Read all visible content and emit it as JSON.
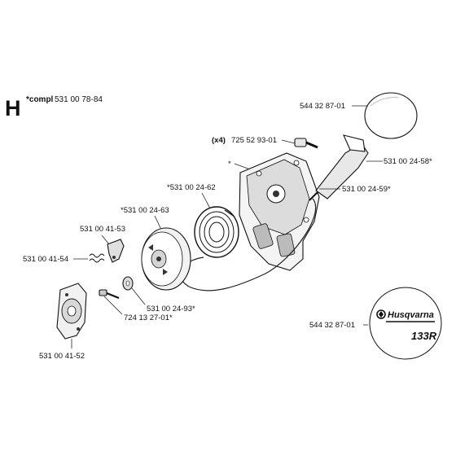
{
  "header": {
    "section_letter": "H",
    "compl_prefix": "*compl",
    "compl_number": "531 00 78-84"
  },
  "callouts": {
    "cover": "544 32 87-01",
    "qty_prefix": "(x4)",
    "screw": "725 52 93-01",
    "asterisk": "*",
    "handle": "531 00 24-58*",
    "rope": "531 00 24-59*",
    "spring": "*531 00 24-62",
    "pulley": "*531 00 24-63",
    "pawl": "531 00 41-53",
    "pawl_spring": "531 00 41-54",
    "washer": "531 00 24-93*",
    "center_screw": "724 13 27-01*",
    "flywheel_cup": "531 00 41-52",
    "decal": "544 32 87-01"
  },
  "decal": {
    "brand": "Husqvarna",
    "model": "133R"
  }
}
